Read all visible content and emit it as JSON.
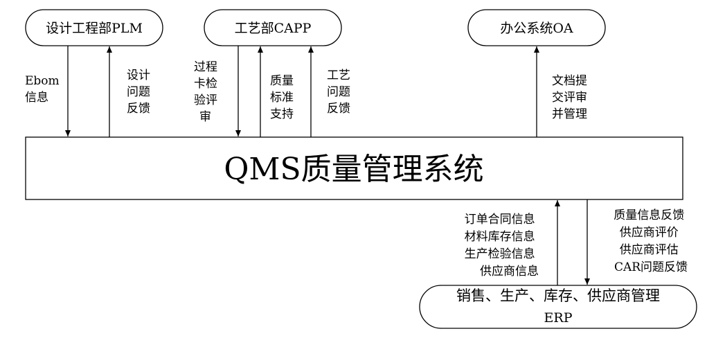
{
  "nodes": {
    "plm": "设计工程部PLM",
    "capp": "工艺部CAPP",
    "oa": "办公系统OA",
    "qms": "QMS质量管理系统",
    "erp_line1": "销售、生产、库存、供应商管理",
    "erp_line2": "ERP"
  },
  "flows": {
    "plm_down": [
      "Ebom",
      "信息"
    ],
    "plm_up": [
      "设计",
      "问题",
      "反馈"
    ],
    "capp_down": [
      "过程",
      "卡检",
      "验评",
      "审"
    ],
    "capp_up_1": [
      "质量",
      "标准",
      "支持"
    ],
    "capp_up_2": [
      "工艺",
      "问题",
      "反馈"
    ],
    "oa_up": [
      "文档提",
      "交评审",
      "并管理"
    ],
    "erp_up": [
      "订单合同信息",
      "材料库存信息",
      "生产检验信息",
      "供应商信息"
    ],
    "erp_down": [
      "质量信息反馈",
      "供应商评价",
      "供应商评估",
      "CAR问题反馈"
    ]
  }
}
